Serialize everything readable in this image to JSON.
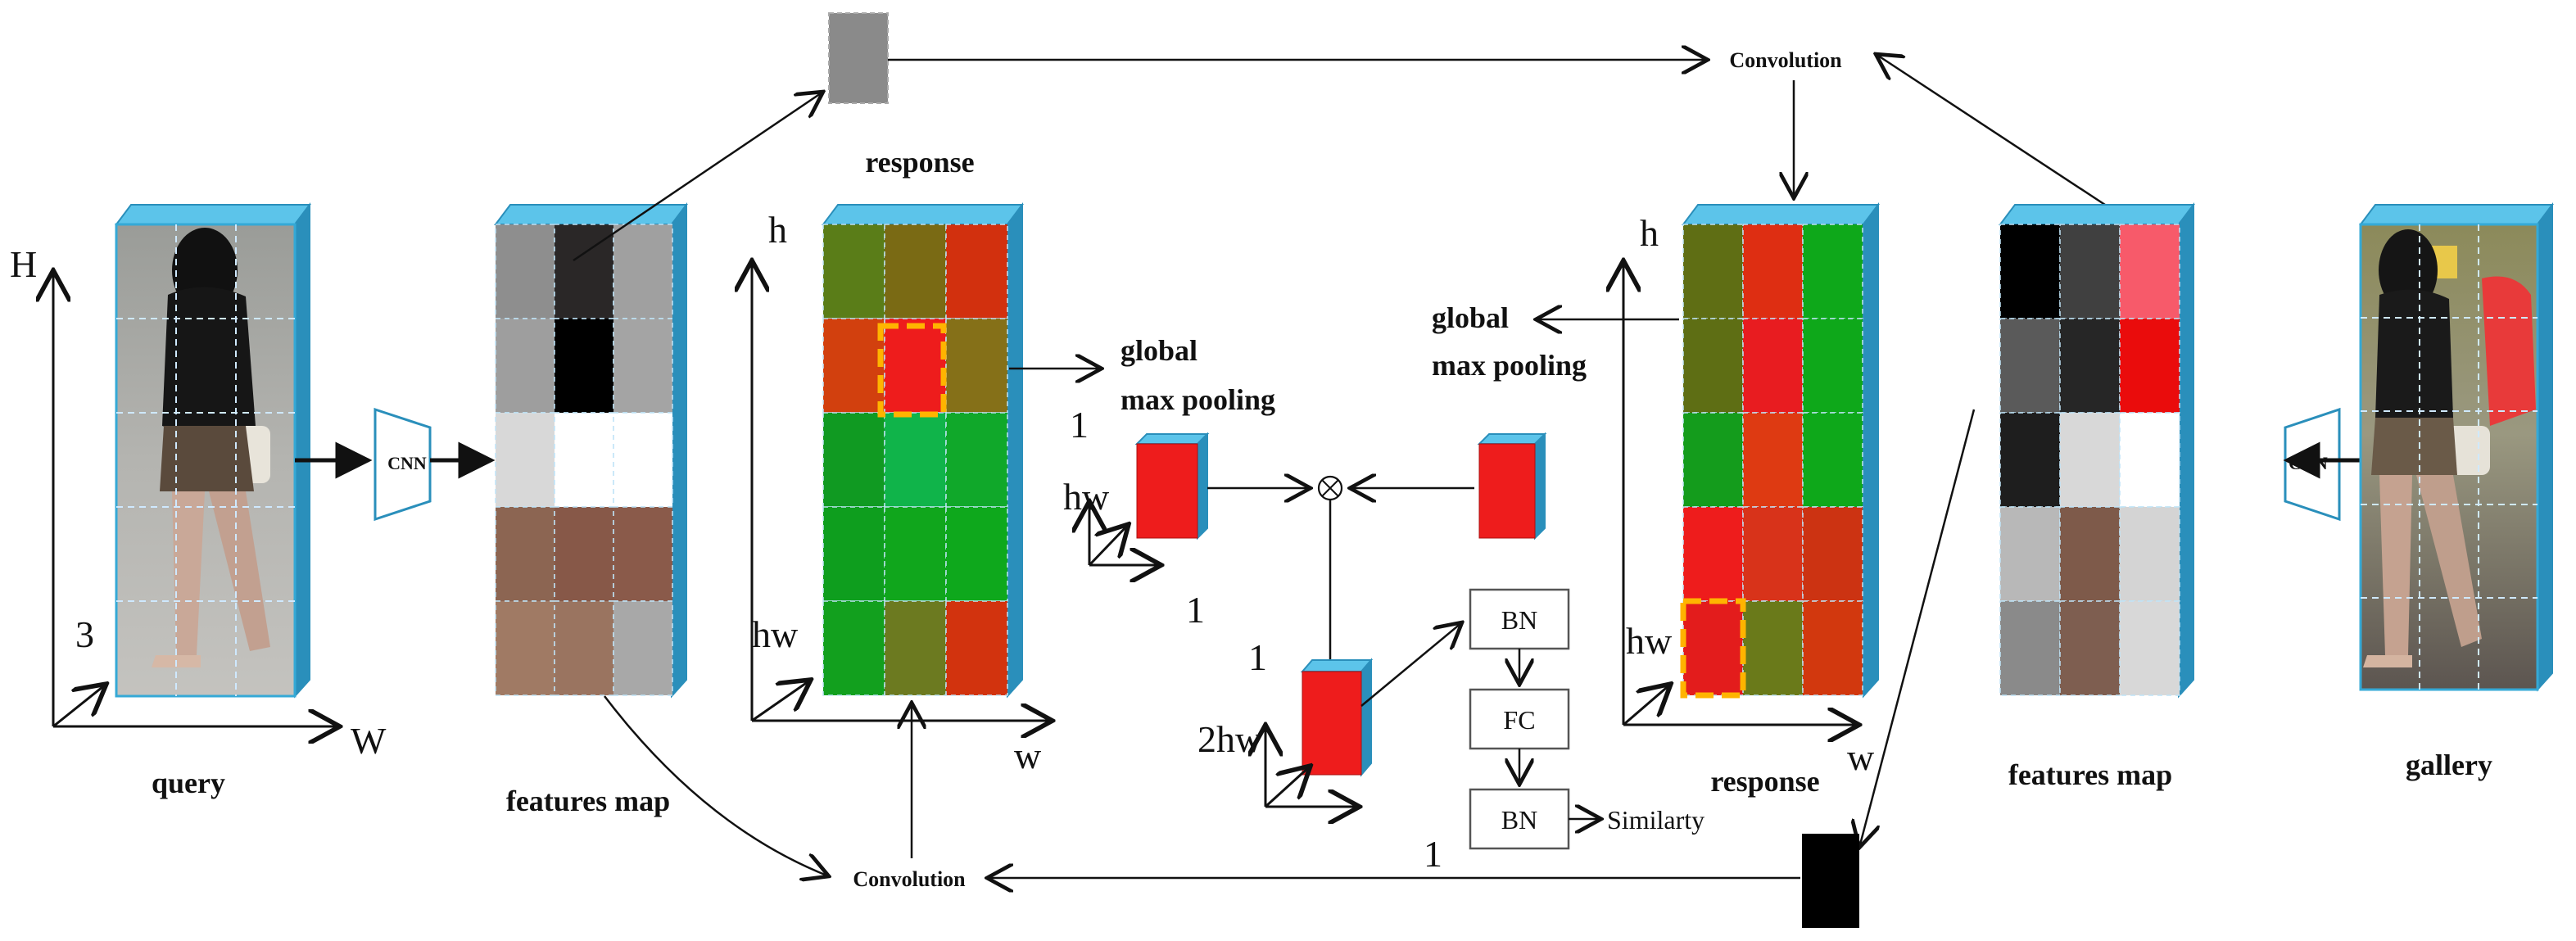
{
  "labels": {
    "query": "query",
    "gallery": "gallery",
    "features_map_left": "features map",
    "features_map_right": "features map",
    "response_top": "response",
    "response_bottom": "response",
    "convolution_top": "Convolution",
    "convolution_bottom": "Convolution",
    "cnn_left": "CNN",
    "cnn_right": "CNN",
    "global_max_pooling_left_1": "global",
    "global_max_pooling_left_2": "max pooling",
    "global_max_pooling_right_1": "global",
    "global_max_pooling_right_2": "max pooling",
    "bn_top": "BN",
    "fc": "FC",
    "bn_bottom": "BN",
    "similarity": "Similarty",
    "multiply_symbol": "⊗"
  },
  "axes": {
    "query_H": "H",
    "query_W": "W",
    "query_depth": "3",
    "left_resp_h": "h",
    "left_resp_hw": "hw",
    "left_resp_w": "w",
    "pooled_1_top": "1",
    "pooled_hw": "hw",
    "pooled_1_bottom": "1",
    "concat_1": "1",
    "concat_2hw": "2hw",
    "bottom_1": "1",
    "right_resp_h": "h",
    "right_resp_hw": "hw",
    "right_resp_w": "w"
  },
  "colors": {
    "prism_blue": "#35a9d6",
    "prism_blue_top": "#5cc4ea",
    "prism_blue_side": "#2a8fbb",
    "highlight_dash": "#ffb400",
    "template_gray": "#8a8a8a",
    "template_black": "#000000",
    "pooled_red": "#ee1c1c",
    "box_border": "#555555",
    "line": "#111111"
  },
  "grids": {
    "left_features": [
      "#8e8e8e",
      "#2a2727",
      "#a0a0a0",
      "#9e9e9e",
      "#000000",
      "#a4a4a4",
      "#d8d8d8",
      "#ffffff",
      "#ffffff",
      "#8c6552",
      "#875848",
      "#8a5a4a",
      "#a07a64",
      "#9a7460",
      "#a8a8a8"
    ],
    "left_response": [
      "#5a7d18",
      "#7a6a14",
      "#d2300e",
      "#d2400e",
      "#ee1c1c",
      "#857018",
      "#109a22",
      "#10b44a",
      "#10a82a",
      "#0e9e1e",
      "#10a61c",
      "#0ea81c",
      "#12a01e",
      "#6c7a20",
      "#d2330e"
    ],
    "right_response": [
      "#5f6e14",
      "#de2e12",
      "#0ea81a",
      "#5e6e14",
      "#e81c20",
      "#0ea81a",
      "#149c1c",
      "#de3a12",
      "#0ea81a",
      "#ee1c1c",
      "#d8331a",
      "#cc3312",
      "#e31c1c",
      "#6a7a1a",
      "#d2380e"
    ],
    "right_features": [
      "#000000",
      "#404040",
      "#f75a6a",
      "#5a5a5a",
      "#262626",
      "#ea0c0c",
      "#1e1e1e",
      "#d8d8d8",
      "#ffffff",
      "#b8b8b8",
      "#7e5a4a",
      "#d4d4d4",
      "#8a8a8a",
      "#7e5e50",
      "#d8d8d8"
    ]
  }
}
